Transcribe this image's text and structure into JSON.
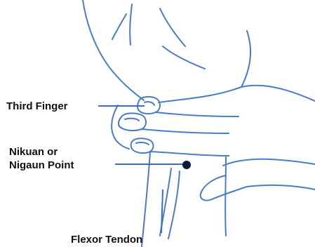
{
  "labels": {
    "third_finger": "Third Finger",
    "point_line1": "Nikuan or",
    "point_line2": "Nigaun Point",
    "flexor_tendon": "Flexor Tendon"
  },
  "colors": {
    "outline": "#4a7bc8",
    "leader": "#3b6cc4",
    "point_marker": "#0a1a3a",
    "text": "#111111",
    "background": "#ffffff"
  }
}
